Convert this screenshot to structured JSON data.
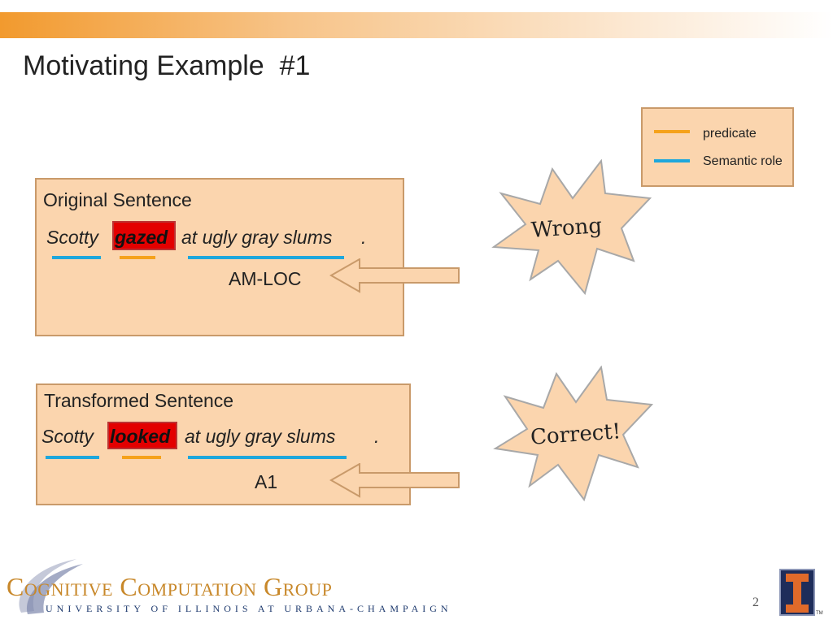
{
  "slide": {
    "title": "Motivating Example  #1",
    "page_number": "2"
  },
  "legend": {
    "items": [
      {
        "label": "predicate",
        "color": "#f5a21b"
      },
      {
        "label": "Semantic role",
        "color": "#1ea7dc"
      }
    ]
  },
  "original": {
    "header": "Original Sentence",
    "words": [
      "Scotty",
      "gazed",
      "at ugly gray slums",
      "."
    ],
    "role": "AM-LOC",
    "verdict": "Wrong"
  },
  "transformed": {
    "header": "Transformed Sentence",
    "words": [
      "Scotty",
      "looked",
      "at ugly gray slums",
      "."
    ],
    "role": "A1",
    "verdict": "Correct!"
  },
  "colors": {
    "box_fill": "#fbd5ae",
    "box_border": "#c99a6a",
    "highlight": "#e30000",
    "predicate": "#f5a21b",
    "role": "#1ea7dc"
  },
  "logo": {
    "main": "Cognitive Computation Group",
    "sub": "UNIVERSITY OF ILLINOIS AT URBANA-CHAMPAIGN",
    "mark": "I",
    "tm": "TM"
  }
}
